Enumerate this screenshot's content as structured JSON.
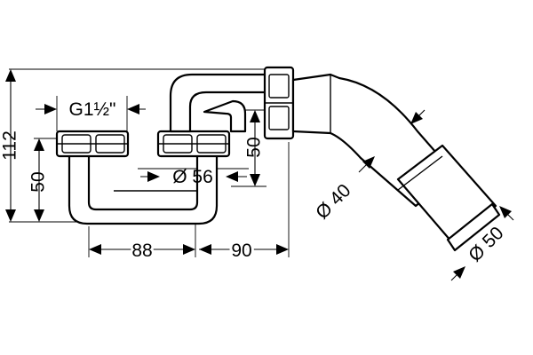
{
  "dimensions": {
    "total_height": "112",
    "trap_height": "50",
    "thread": "G1½\"",
    "outlet_height": "50",
    "inlet_diameter": "Ø 56",
    "horizontal_left": "88",
    "horizontal_right": "90",
    "pipe_diameter": "Ø 40",
    "sleeve_diameter": "Ø 50"
  },
  "colors": {
    "line": "#000000",
    "background": "#ffffff"
  }
}
